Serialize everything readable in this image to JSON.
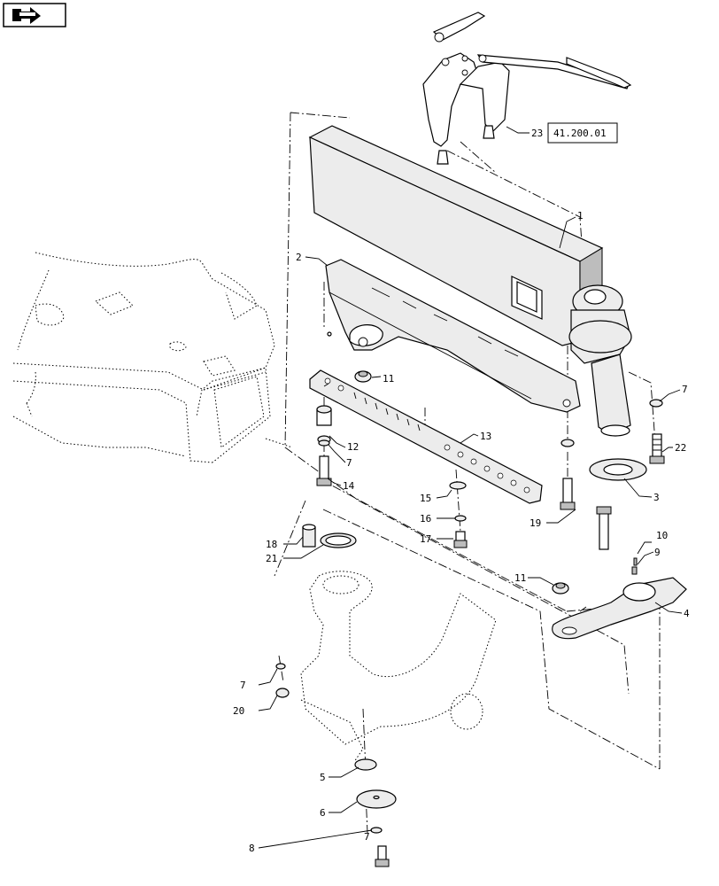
{
  "callouts": [
    {
      "id": "c1",
      "text": "1"
    },
    {
      "id": "c2",
      "text": "2"
    },
    {
      "id": "c3",
      "text": "3"
    },
    {
      "id": "c4",
      "text": "4"
    },
    {
      "id": "c5",
      "text": "5"
    },
    {
      "id": "c6",
      "text": "6"
    },
    {
      "id": "c7a",
      "text": "7"
    },
    {
      "id": "c7b",
      "text": "7"
    },
    {
      "id": "c7c",
      "text": "7"
    },
    {
      "id": "c7d",
      "text": "7"
    },
    {
      "id": "c8",
      "text": "8"
    },
    {
      "id": "c9",
      "text": "9"
    },
    {
      "id": "c10",
      "text": "10"
    },
    {
      "id": "c11a",
      "text": "11"
    },
    {
      "id": "c11b",
      "text": "11"
    },
    {
      "id": "c12",
      "text": "12"
    },
    {
      "id": "c13",
      "text": "13"
    },
    {
      "id": "c14",
      "text": "14"
    },
    {
      "id": "c15",
      "text": "15"
    },
    {
      "id": "c16",
      "text": "16"
    },
    {
      "id": "c17",
      "text": "17"
    },
    {
      "id": "c18",
      "text": "18"
    },
    {
      "id": "c19",
      "text": "19"
    },
    {
      "id": "c20",
      "text": "20"
    },
    {
      "id": "c21",
      "text": "21"
    },
    {
      "id": "c22",
      "text": "22"
    },
    {
      "id": "c23",
      "text": "23"
    }
  ],
  "reference": {
    "label": "41.200.01"
  },
  "colors": {
    "line": "#000000",
    "fill": "#ececec",
    "background": "#ffffff"
  },
  "icons": {
    "nav": "arrow-right-icon"
  }
}
